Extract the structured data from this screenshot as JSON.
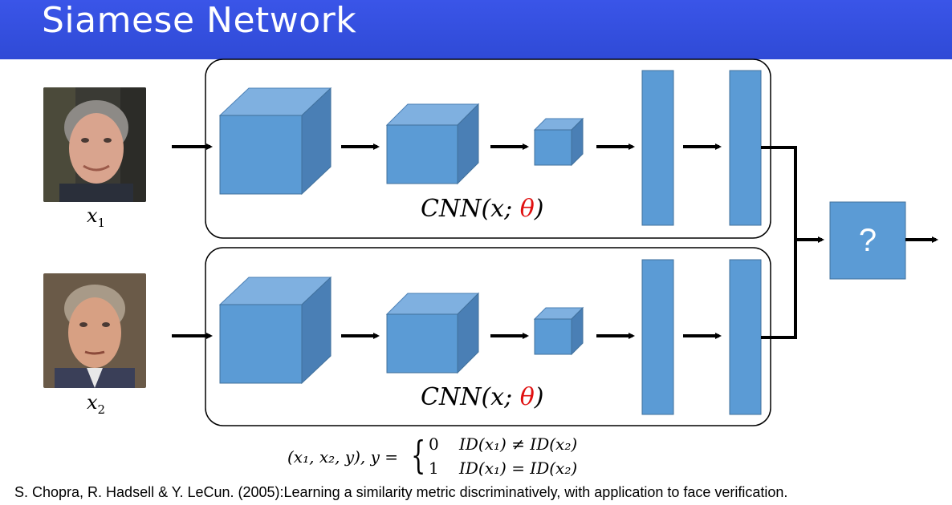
{
  "header": {
    "title": "Siamese Network"
  },
  "inputs": [
    {
      "name": "x",
      "sub": "1"
    },
    {
      "name": "x",
      "sub": "2"
    }
  ],
  "cnn_label": {
    "prefix": "CNN(x; ",
    "theta": "θ",
    "suffix": ")"
  },
  "comparator": {
    "label": "?"
  },
  "formula": {
    "lhs": "(x₁, x₂, y), y =",
    "case1_value": "0",
    "case1_expr": "ID(x₁) ≠ ID(x₂)",
    "case2_value": "1",
    "case2_expr": "ID(x₁) = ID(x₂)"
  },
  "citation": "S. Chopra, R. Hadsell & Y. LeCun. (2005):Learning a similarity metric discriminatively, with application to face verification.",
  "colors": {
    "header": "#3450e2",
    "block": "#5b9bd5",
    "block_top": "#7fb0e0",
    "block_side": "#4a7fb5",
    "theta": "#e01010"
  }
}
